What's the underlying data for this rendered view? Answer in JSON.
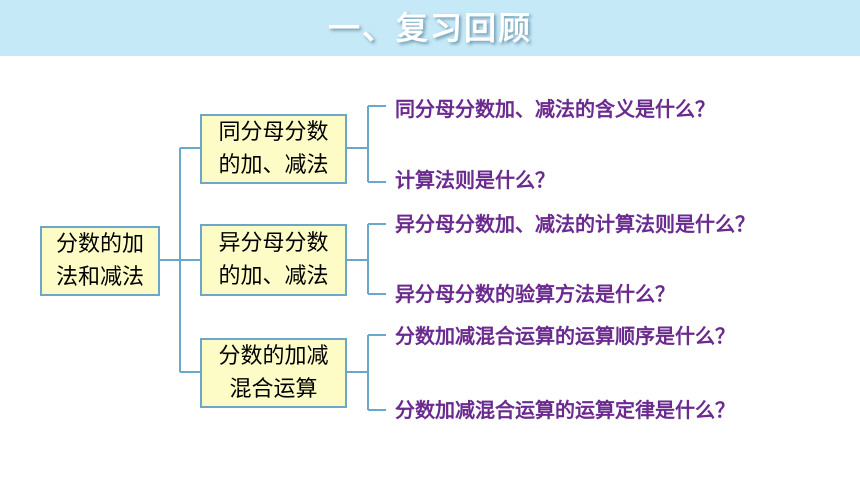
{
  "header": {
    "title": "一、复习回顾"
  },
  "root": {
    "label": "分数的加法和减法"
  },
  "branches": [
    {
      "label": "同分母分数的加、减法",
      "questions": [
        "同分母分数加、减法的含义是什么？",
        "计算法则是什么？"
      ]
    },
    {
      "label": "异分母分数的加、减法",
      "questions": [
        "异分母分数加、减法的计算法则是什么？",
        "异分母分数的验算方法是什么？"
      ]
    },
    {
      "label": "分数的加减混合运算",
      "questions": [
        "分数加减混合运算的运算顺序是什么？",
        "分数加减混合运算的运算定律是什么？"
      ]
    }
  ],
  "colors": {
    "header_bg": "#c6e9f7",
    "box_fill": "#fefcc6",
    "box_border": "#6ba7c8",
    "connector": "#6ba7c8",
    "question_text": "#6a2a8e"
  }
}
